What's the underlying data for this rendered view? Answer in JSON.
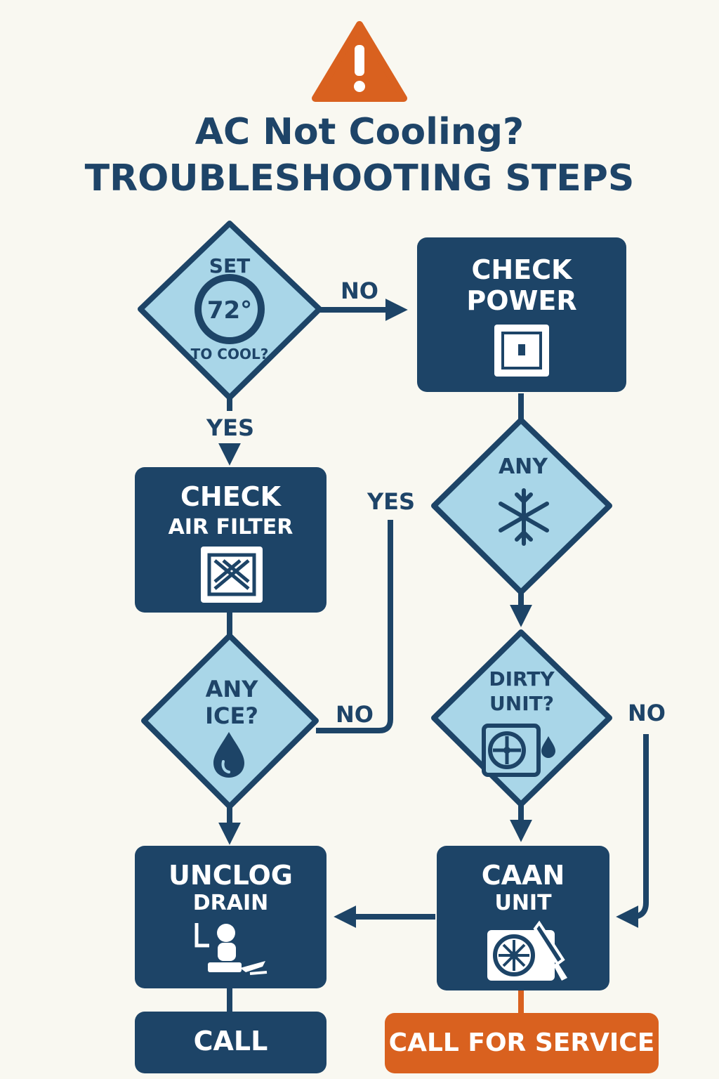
{
  "header": {
    "warning_icon": "warning-triangle-icon",
    "title_line1": "AC Not Cooling?",
    "title_line2": "TROUBLESHOOTING STEPS"
  },
  "colors": {
    "navy": "#1d4467",
    "light_blue": "#a9d6e8",
    "orange": "#d9611f",
    "background": "#f9f8f1"
  },
  "nodes": {
    "set_cool": {
      "top": "SET",
      "value": "72°",
      "bottom": "TO COOL?",
      "icon": "thermostat-icon"
    },
    "check_power": {
      "line1": "CHECK",
      "line2": "POWER",
      "icon": "power-outlet-icon"
    },
    "check_air_filter": {
      "line1": "CHECK",
      "line2": "AIR FILTER",
      "icon": "air-filter-icon"
    },
    "any_frost": {
      "label": "ANY",
      "icon": "snowflake-icon"
    },
    "any_ice": {
      "line1": "ANY",
      "line2": "ICE?",
      "icon": "water-drop-icon"
    },
    "dirty_unit": {
      "line1": "DIRTY",
      "line2": "UNIT?",
      "icon": "ac-unit-icon"
    },
    "unclog_drain": {
      "line1": "UNCLOG",
      "line2": "DRAIN",
      "icon": "plumber-icon"
    },
    "clean_unit": {
      "line1": "CAAN",
      "line2": "UNIT",
      "icon": "ac-unit-brush-icon"
    },
    "call": {
      "label": "CALL"
    },
    "call_for_service": {
      "label": "CALL FOR SERVICE"
    }
  },
  "edges": {
    "set_to_power": "NO",
    "set_to_filter": "YES",
    "ice_yes": "YES",
    "ice_no": "NO",
    "dirty_no": "NO"
  }
}
